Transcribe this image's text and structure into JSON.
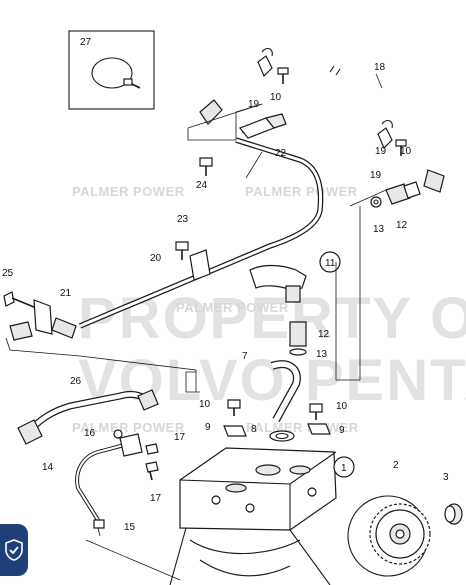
{
  "watermarks": {
    "small": "PALMER POWER",
    "big_line1": "PROPERTY OF",
    "big_line2": "VOLVO PENTA"
  },
  "callouts": {
    "p1": "1",
    "p2": "2",
    "p3": "3",
    "p7": "7",
    "p8": "8",
    "p9a": "9",
    "p9b": "9",
    "p10a": "10",
    "p10b": "10",
    "p10c": "10",
    "p10d": "10",
    "p11": "11",
    "p12a": "12",
    "p12b": "12",
    "p13a": "13",
    "p13b": "13",
    "p14": "14",
    "p15": "15",
    "p16": "16",
    "p17a": "17",
    "p17b": "17",
    "p18": "18",
    "p19a": "19",
    "p19b": "19",
    "p20": "20",
    "p21": "21",
    "p22": "22",
    "p23": "23",
    "p24": "24",
    "p25": "25",
    "p26": "26",
    "p27": "27"
  },
  "badge_icon": "shield-check-icon",
  "colors": {
    "badge": "#1f3f7a",
    "watermark": "#d7d7d7"
  }
}
